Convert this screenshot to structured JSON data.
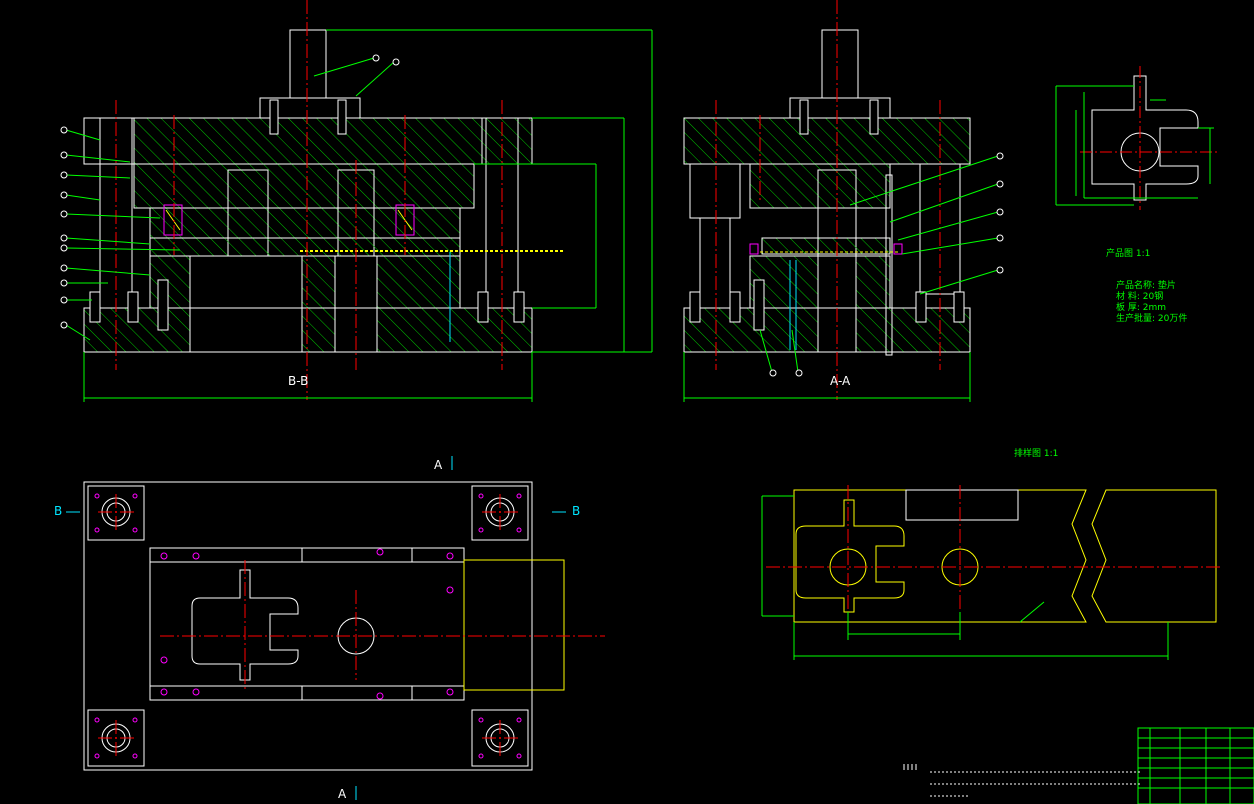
{
  "sections": {
    "bb": "B-B",
    "aa": "A-A",
    "cut_a": "A",
    "cut_b": "B"
  },
  "product": {
    "title": "产品图 1:1",
    "lines": [
      "产品名称: 垫片",
      "材  料: 20钢",
      "板  厚: 2mm",
      "生产批量: 20万件"
    ]
  },
  "layout_title": "排样图 1:1",
  "colors": {
    "background": "#000000",
    "outline": "#ffffff",
    "hatch": "#00ff00",
    "centerline": "#ff0000",
    "dimension": "#00ff00",
    "strip": "#ffff00",
    "section_mark": "#00e5ff",
    "screw": "#ff00ff"
  }
}
